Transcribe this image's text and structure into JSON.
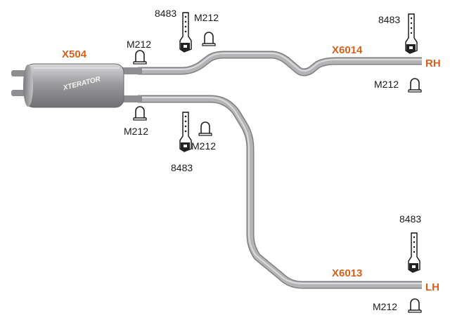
{
  "colors": {
    "pipe": "#a9a9ab",
    "pipe_edge": "#8b8b8d",
    "part_label": "#d4601c",
    "text": "#1a1a1a"
  },
  "muffler": {
    "part": "X504",
    "brand": "XTERATOR"
  },
  "pipes": {
    "rh": {
      "part": "X6014",
      "side": "RH"
    },
    "lh": {
      "part": "X6013",
      "side": "LH"
    }
  },
  "hardware": {
    "clamp": "M212",
    "hanger": "8483"
  },
  "icons": [
    "hanger-bracket-icon",
    "u-bolt-clamp-icon"
  ]
}
